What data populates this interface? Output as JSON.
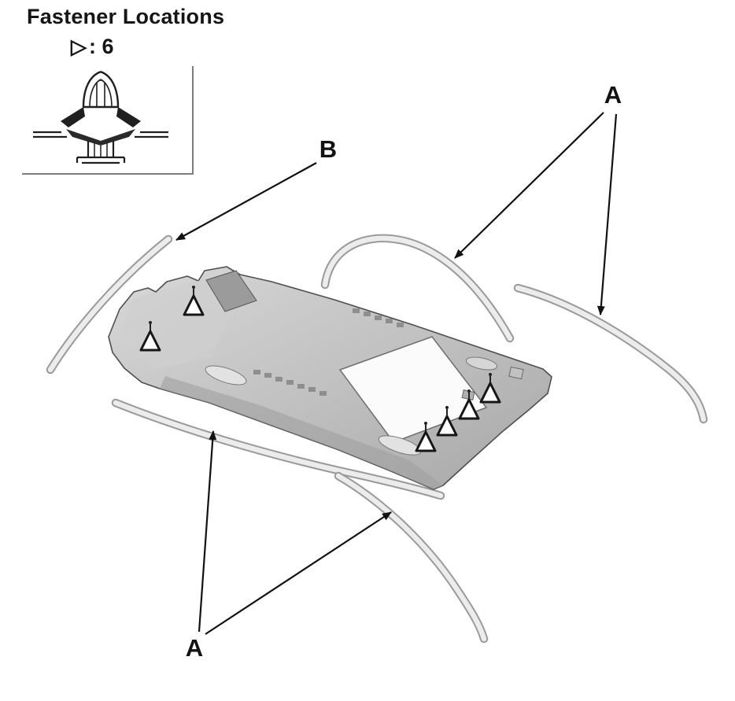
{
  "title": "Fastener Locations",
  "legend": {
    "symbol": "▷",
    "count_label": ": 6",
    "icon_name": "clip-triangle-icon"
  },
  "labels": {
    "a_top": "A",
    "a_bottom": "A",
    "b": "B"
  },
  "diagram": {
    "clip_count": 6,
    "clip_marker_icon": "triangle-clip-marker-icon",
    "inset_icon": "push-clip-cross-section-icon"
  },
  "colors": {
    "line": "#121212",
    "panel_light": "#d6d6d6",
    "panel_dark": "#a9a9a9",
    "strip_fill": "#ececec",
    "background": "#ffffff"
  }
}
